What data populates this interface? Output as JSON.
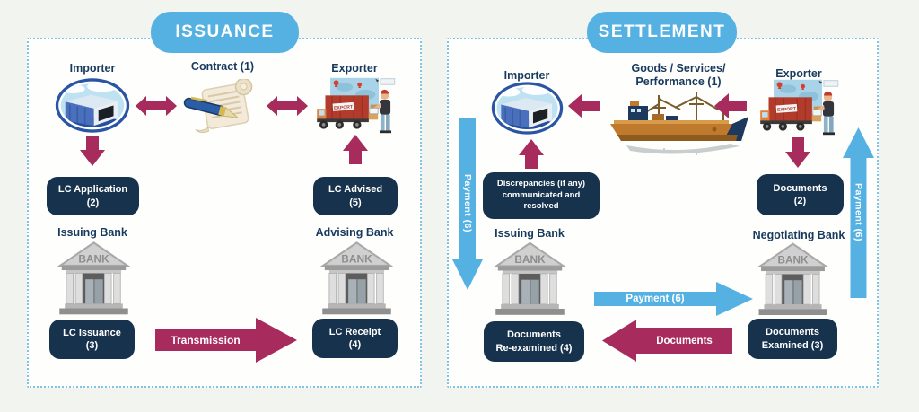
{
  "colors": {
    "accent_blue": "#56B1E3",
    "maroon": "#A72B5C",
    "navy_box": "#16324D",
    "label_text": "#173A5E",
    "panel_border_dotted": "#7FC3E7",
    "page_bg": "#F2F4F0",
    "panel_bg": "#FEFEFC"
  },
  "signs": {
    "bank": "BANK",
    "export": "EXPORT"
  },
  "issuance": {
    "title": "ISSUANCE",
    "importer_label": "Importer",
    "contract_label": "Contract (1)",
    "exporter_label": "Exporter",
    "lc_application": {
      "line1": "LC Application",
      "line2": "(2)"
    },
    "lc_advised": {
      "line1": "LC Advised",
      "line2": "(5)"
    },
    "issuing_bank_label": "Issuing Bank",
    "advising_bank_label": "Advising Bank",
    "lc_issuance": {
      "line1": "LC Issuance",
      "line2": "(3)"
    },
    "lc_receipt": {
      "line1": "LC Receipt",
      "line2": "(4)"
    },
    "transmission_label": "Transmission"
  },
  "settlement": {
    "title": "SETTLEMENT",
    "importer_label": "Importer",
    "goods_label_line1": "Goods / Services/",
    "goods_label_line2": "Performance (1)",
    "exporter_label": "Exporter",
    "payment_down_label": "Payment (6)",
    "payment_up_label": "Payment (6)",
    "discrepancies": {
      "line1": "Discrepancies (if any)",
      "line2": "communicated and",
      "line3": "resolved"
    },
    "documents_box": {
      "line1": "Documents",
      "line2": "(2)"
    },
    "issuing_bank_label": "Issuing Bank",
    "negotiating_bank_label": "Negotiating Bank",
    "payment_arrow_label": "Payment (6)",
    "documents_arrow_label": "Documents",
    "documents_reexamined": {
      "line1": "Documents",
      "line2": "Re-examined (4)"
    },
    "documents_examined": {
      "line1": "Documents",
      "line2": "Examined (3)"
    }
  }
}
